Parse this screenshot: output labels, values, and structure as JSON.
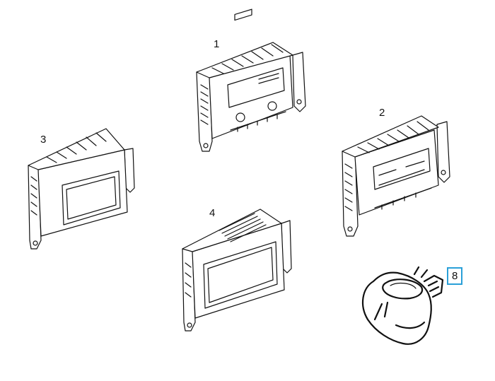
{
  "callouts": {
    "part_1": "1",
    "part_2": "2",
    "part_3": "3",
    "part_4": "4",
    "part_8": "8"
  },
  "icons": {
    "part_1": "radio-head-unit-icon",
    "part_2": "radio-head-unit-icon",
    "part_3": "display-module-icon",
    "part_4": "display-module-icon",
    "part_8": "connector-plug-icon"
  },
  "colors": {
    "line": "#111111",
    "highlight_border": "#2aa0d8",
    "background": "#ffffff"
  }
}
